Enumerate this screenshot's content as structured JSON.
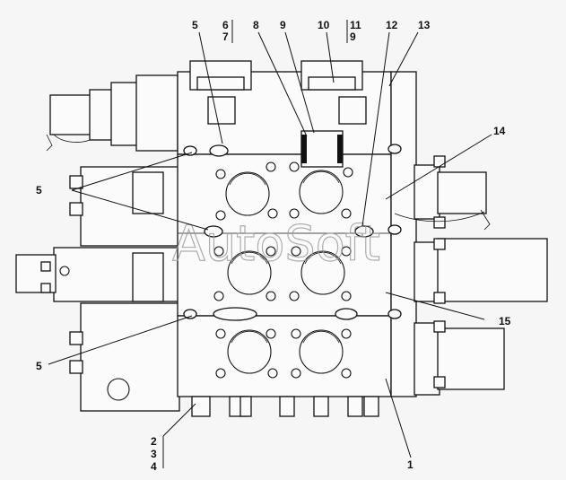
{
  "labels": {
    "n1": "1",
    "n2": "2",
    "n3": "3",
    "n4": "4",
    "n5a": "5",
    "n5b": "5",
    "n5c": "5",
    "n6": "6",
    "n7": "7",
    "n8": "8",
    "n9a": "9",
    "n9b": "9",
    "n10": "10",
    "n11": "11",
    "n12": "12",
    "n13": "13",
    "n14": "14",
    "n15": "15"
  },
  "watermark": "AutoSoft"
}
